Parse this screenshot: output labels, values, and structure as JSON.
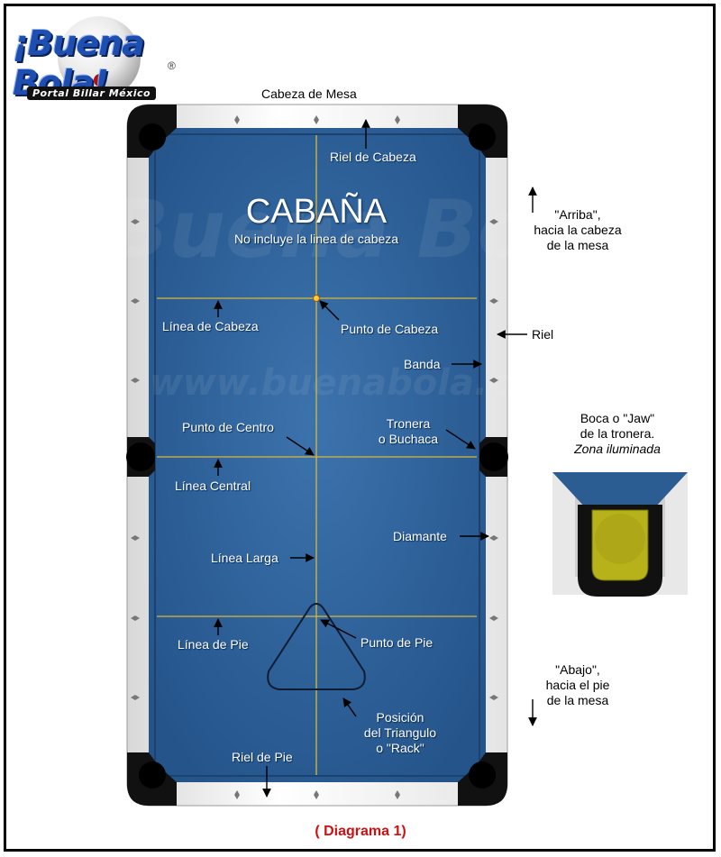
{
  "logo": {
    "title": "¡Buena Bola!",
    "registered": "®",
    "subtitle": "Portal Billar México"
  },
  "labels": {
    "cabeza_de_mesa": "Cabeza de Mesa",
    "riel_de_cabeza": "Riel de Cabeza",
    "cabana": "CABAÑA",
    "cabana_note": "No incluye la linea de cabeza",
    "linea_de_cabeza": "Línea de Cabeza",
    "punto_de_cabeza": "Punto de Cabeza",
    "riel": "Riel",
    "banda": "Banda",
    "punto_de_centro": "Punto de Centro",
    "tronera_1": "Tronera",
    "tronera_2": "o Buchaca",
    "linea_central": "Línea Central",
    "diamante": "Diamante",
    "linea_larga": "Línea Larga",
    "linea_de_pie": "Línea de Pie",
    "punto_de_pie": "Punto de Pie",
    "posicion_1": "Posición",
    "posicion_2": "del Triangulo",
    "posicion_3": "o \"Rack\"",
    "riel_de_pie": "Riel de Pie",
    "arriba_1": "\"Arriba\",",
    "arriba_2": "hacia la cabeza",
    "arriba_3": "de la mesa",
    "abajo_1": "\"Abajo\",",
    "abajo_2": "hacia el pie",
    "abajo_3": "de la mesa",
    "boca_1": "Boca o \"Jaw\"",
    "boca_2": "de la tronera.",
    "boca_3": "Zona iluminada"
  },
  "watermark": {
    "brand": "¡Buena Bola!",
    "url": "www.buenabola.com"
  },
  "caption": "( Diagrama 1)",
  "colors": {
    "cloth": "#2b5d93",
    "rail": "#f2f2f2",
    "lines": "#e0c040",
    "pocket": "#111111",
    "jaw_highlight": "#b7b21a",
    "caption": "#d01010"
  }
}
